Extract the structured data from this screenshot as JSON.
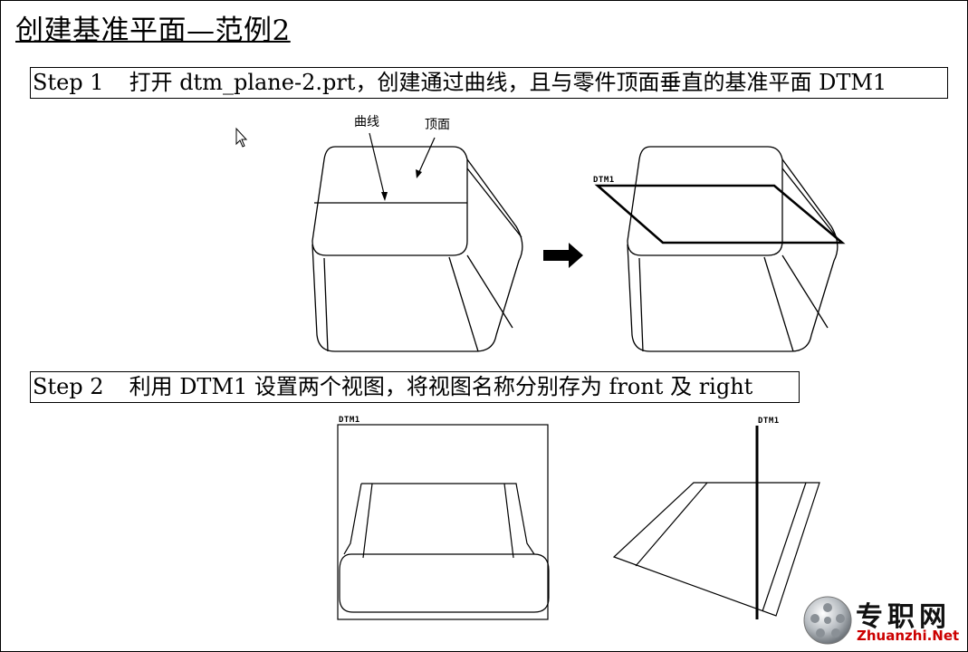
{
  "page": {
    "title": "创建基准平面—范例2"
  },
  "steps": [
    {
      "label": "Step 1",
      "text": "打开 dtm_plane-2.prt，创建通过曲线，且与零件顶面垂直的基准平面 DTM1"
    },
    {
      "label": "Step 2",
      "text": "利用 DTM1 设置两个视图，将视图名称分别存为 front 及 right"
    }
  ],
  "figure1": {
    "label_curve": "曲线",
    "label_top_face": "顶面",
    "plane_label": "DTM1"
  },
  "figure2": {
    "front_plane_label": "DTM1",
    "right_plane_label": "DTM1"
  },
  "watermark": {
    "brand": "专职网",
    "url": "Zhuanzhi.Net"
  },
  "icons": {
    "pointer": "mouse-pointer-icon",
    "arrow": "right-arrow-icon",
    "logo": "soccer-ball-logo-icon"
  }
}
